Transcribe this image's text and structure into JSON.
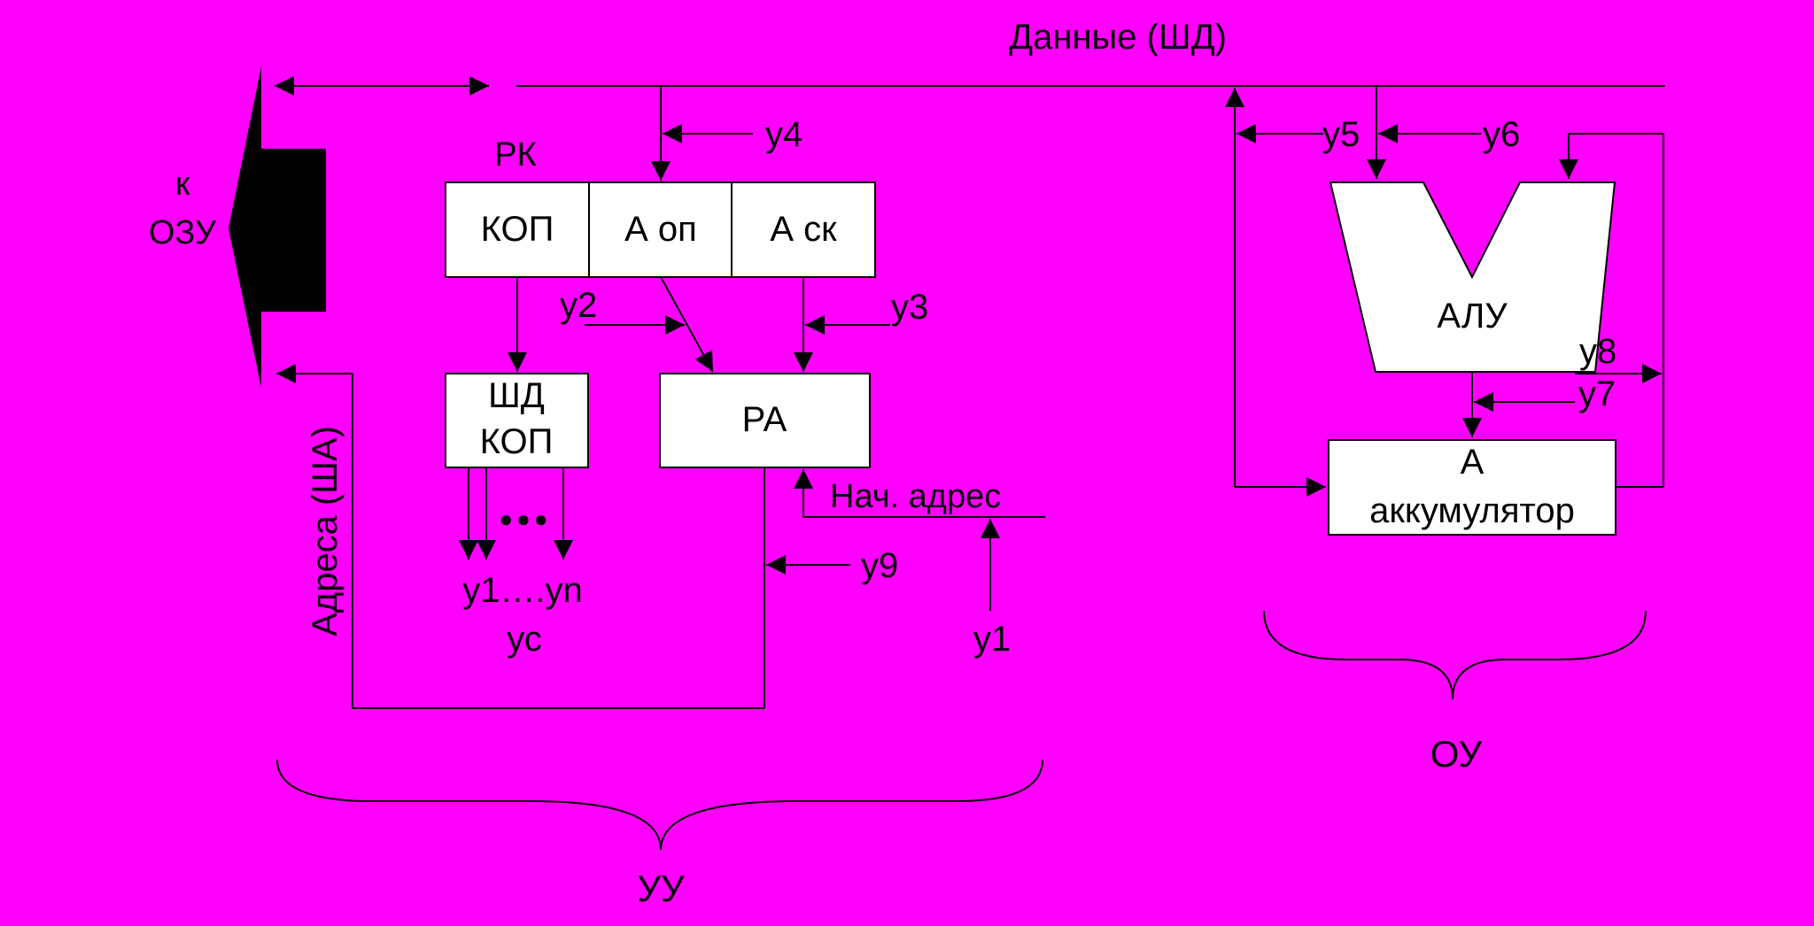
{
  "colors": {
    "background": "#FF00FF",
    "line": "#000000",
    "box_fill": "#FFFFFF"
  },
  "bus": {
    "data_label": "Данные (ШД)",
    "address_label": "Адреса (ША)"
  },
  "ram": {
    "label_line1": "к",
    "label_line2": "ОЗУ"
  },
  "instruction_register": {
    "label": "РК",
    "fields": {
      "opcode": "КОП",
      "operand_address": "А оп",
      "jump_address": "А ск"
    }
  },
  "decoder": {
    "line1": "ШД",
    "line2": "КОП",
    "outputs": "y1….yn",
    "outputs_caption": "ус",
    "dots": "●●●"
  },
  "address_register": {
    "label": "РА",
    "start_address": "Нач. адрес"
  },
  "alu": {
    "label": "АЛУ"
  },
  "accumulator": {
    "line1": "А",
    "line2": "аккумулятор"
  },
  "signals": {
    "y1": "y1",
    "y2": "y2",
    "y3": "y3",
    "y4": "y4",
    "y5": "y5",
    "y6": "y6",
    "y7": "y7",
    "y8": "y8",
    "y9": "y9"
  },
  "groups": {
    "control_unit": "УУ",
    "operational_unit": "ОУ"
  }
}
